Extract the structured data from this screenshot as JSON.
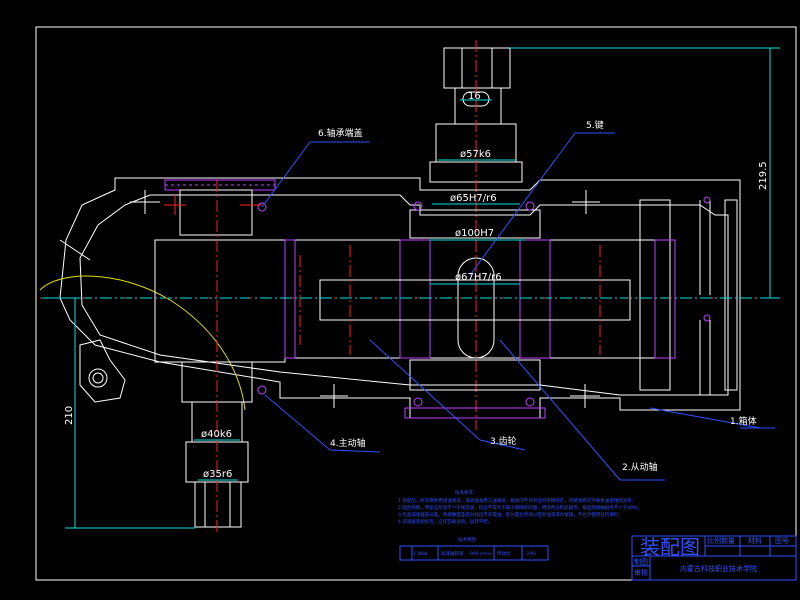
{
  "dimensions": {
    "d_key": "16",
    "d_shaft_top": "ø57k6",
    "d_bearing_top": "ø65H7/r6",
    "d_bore": "ø100H7",
    "d_gear_hub": "ø67H7/r6",
    "d_input_shaft": "ø40k6",
    "d_input_end": "ø35r6",
    "h_right": "219.5",
    "h_left": "210"
  },
  "labels": {
    "l1": "1.箱体",
    "l2": "2.从动轴",
    "l3": "3.齿轮",
    "l4": "4.主动轴",
    "l5": "5.键",
    "l6": "6.轴承端盖"
  },
  "notes": {
    "title": "技术要求",
    "lines": [
      "1.装配前，所有零件用煤油清洗，滚动轴承用汽油清洗，箱体内不许有任何杂物存在，内壁涂两次不被机油侵蚀的涂料；",
      "2.啮合侧隙，用铅丝检验不小于规定值，铅丝不得大于最小侧隙的四倍；用涂色法检验斑点，按齿高接触斑点不少于40%；",
      "3.检查减速器剖分面，各接触面及密封处均不许漏油；剖分面允许涂以密封油漆或水玻璃，不允许使用任何填料；",
      "4.减速器装配好后，应作空载试验，运转平稳。"
    ]
  },
  "spec_table": {
    "title": "技术特性",
    "cells": [
      "1.5KW",
      "高速轴转速",
      "960 r/min",
      "传动比",
      "3.95"
    ]
  },
  "title_block": {
    "big_title": "装配图",
    "c1": "比例数量",
    "c2": "材料",
    "c3": "图号",
    "c4": "制图",
    "c5": "审核",
    "school": "内蒙古科技职业技术学院"
  }
}
